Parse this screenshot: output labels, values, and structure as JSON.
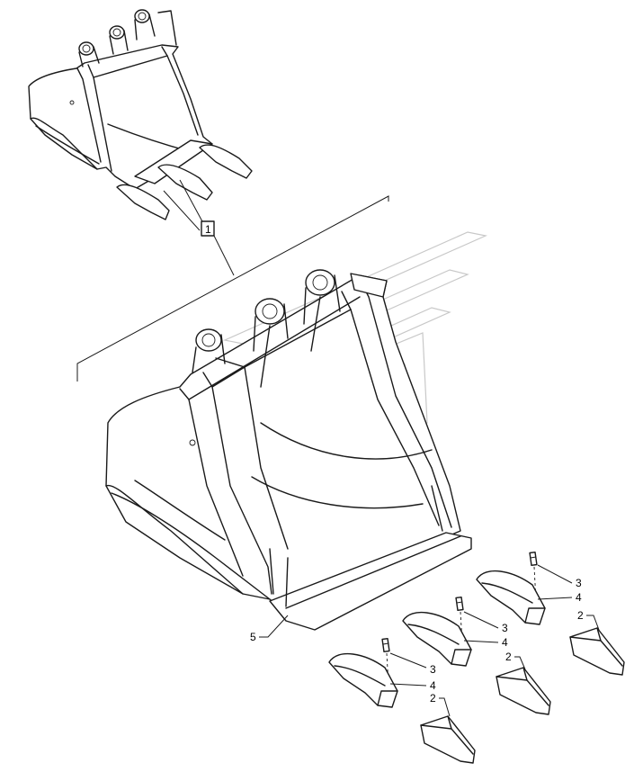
{
  "callouts": {
    "c1": "1",
    "c5": "5",
    "c3a": "3",
    "c4a": "4",
    "c2a": "2",
    "c3b": "3",
    "c4b": "4",
    "c2b": "2",
    "c3c": "3",
    "c4c": "4",
    "c2c": "2"
  },
  "colors": {
    "line": "#1a1a1a",
    "watermark": "#c8c8c8",
    "background": "#ffffff"
  }
}
